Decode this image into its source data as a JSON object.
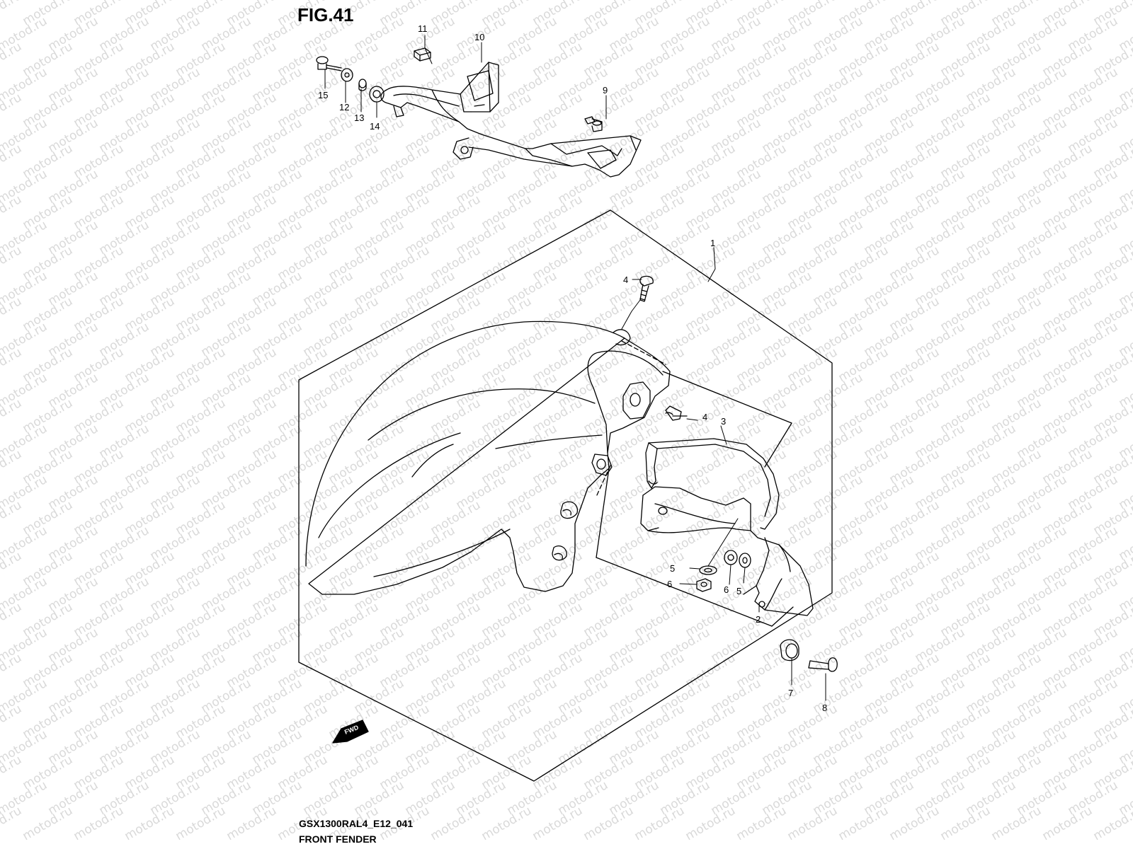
{
  "figure": {
    "title": "FIG.41",
    "drawing_code": "GSX1300RAL4_E12_041",
    "section_name": "FRONT FENDER",
    "direction_marker": "FWD",
    "watermark_text": "motod.ru"
  },
  "callouts": [
    {
      "id": "c1",
      "label": "1"
    },
    {
      "id": "c2",
      "label": "2"
    },
    {
      "id": "c3",
      "label": "3"
    },
    {
      "id": "c4a",
      "label": "4"
    },
    {
      "id": "c4b",
      "label": "4"
    },
    {
      "id": "c5a",
      "label": "5"
    },
    {
      "id": "c5b",
      "label": "5"
    },
    {
      "id": "c6a",
      "label": "6"
    },
    {
      "id": "c6b",
      "label": "6"
    },
    {
      "id": "c7",
      "label": "7"
    },
    {
      "id": "c8",
      "label": "8"
    },
    {
      "id": "c9",
      "label": "9"
    },
    {
      "id": "c10",
      "label": "10"
    },
    {
      "id": "c11",
      "label": "11"
    },
    {
      "id": "c12",
      "label": "12"
    },
    {
      "id": "c13",
      "label": "13"
    },
    {
      "id": "c14",
      "label": "14"
    },
    {
      "id": "c15",
      "label": "15"
    }
  ],
  "colors": {
    "line": "#000000",
    "background": "#ffffff",
    "watermark": "#d9d9d9"
  }
}
